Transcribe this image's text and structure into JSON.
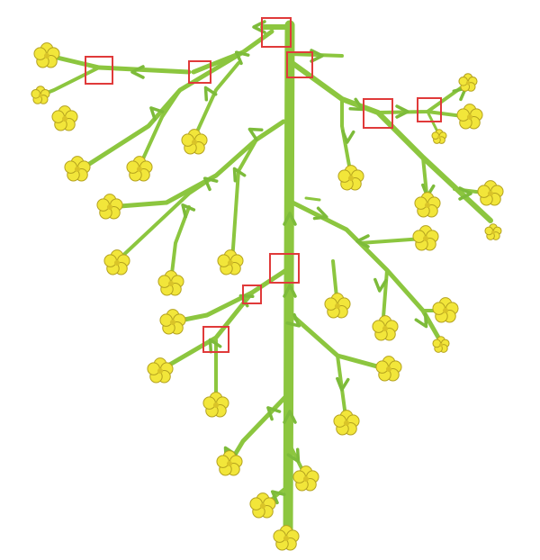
{
  "figure": {
    "background": "#ffffff",
    "stem_color": "#8cc63f",
    "arrow_color": "#7dbb3a",
    "flower_petal_color": "#f2e63a",
    "flower_center_color": "#d9c428",
    "flower_outline_color": "#b4a21f",
    "marker_color": "#e03a3a",
    "marker_shape": "square-outline",
    "flower_count": 31,
    "marker_count": 9,
    "arrow_icon": "arrowhead-icon"
  }
}
